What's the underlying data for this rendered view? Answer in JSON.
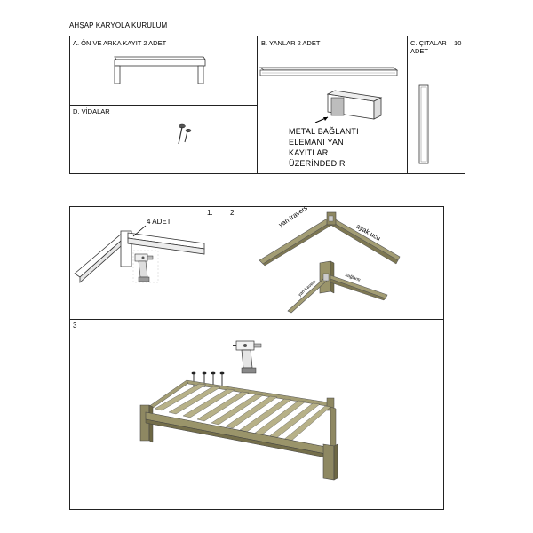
{
  "document": {
    "title": "AHŞAP KARYOLA KURULUM"
  },
  "parts": {
    "a_label": "A. ÖN VE ARKA KAYIT 2 ADET",
    "b_label": "B.  YANLAR 2 ADET",
    "c_label_line1": "C. ÇITALAR – 10",
    "c_label_line2": "ADET",
    "d_label": "D. VİDALAR",
    "b_note": [
      "METAL BAĞLANTI",
      "ELEMANI YAN",
      "KAYITLAR",
      "ÜZERİNDEDİR"
    ]
  },
  "steps": {
    "step1_number": "1.",
    "step1_callout": "4 ADET",
    "step2_number": "2.",
    "step2_label_side_rail": "yan travers",
    "step2_label_foot": "ayak ucu",
    "step2_label_side_rail_small": "yan travers",
    "step2_label_connection": "bağlantı",
    "step3_number": "3"
  },
  "colors": {
    "wood": "#8a845c",
    "wood_light": "#b4ae86",
    "metal": "#9a9a9a",
    "line": "#222222"
  }
}
